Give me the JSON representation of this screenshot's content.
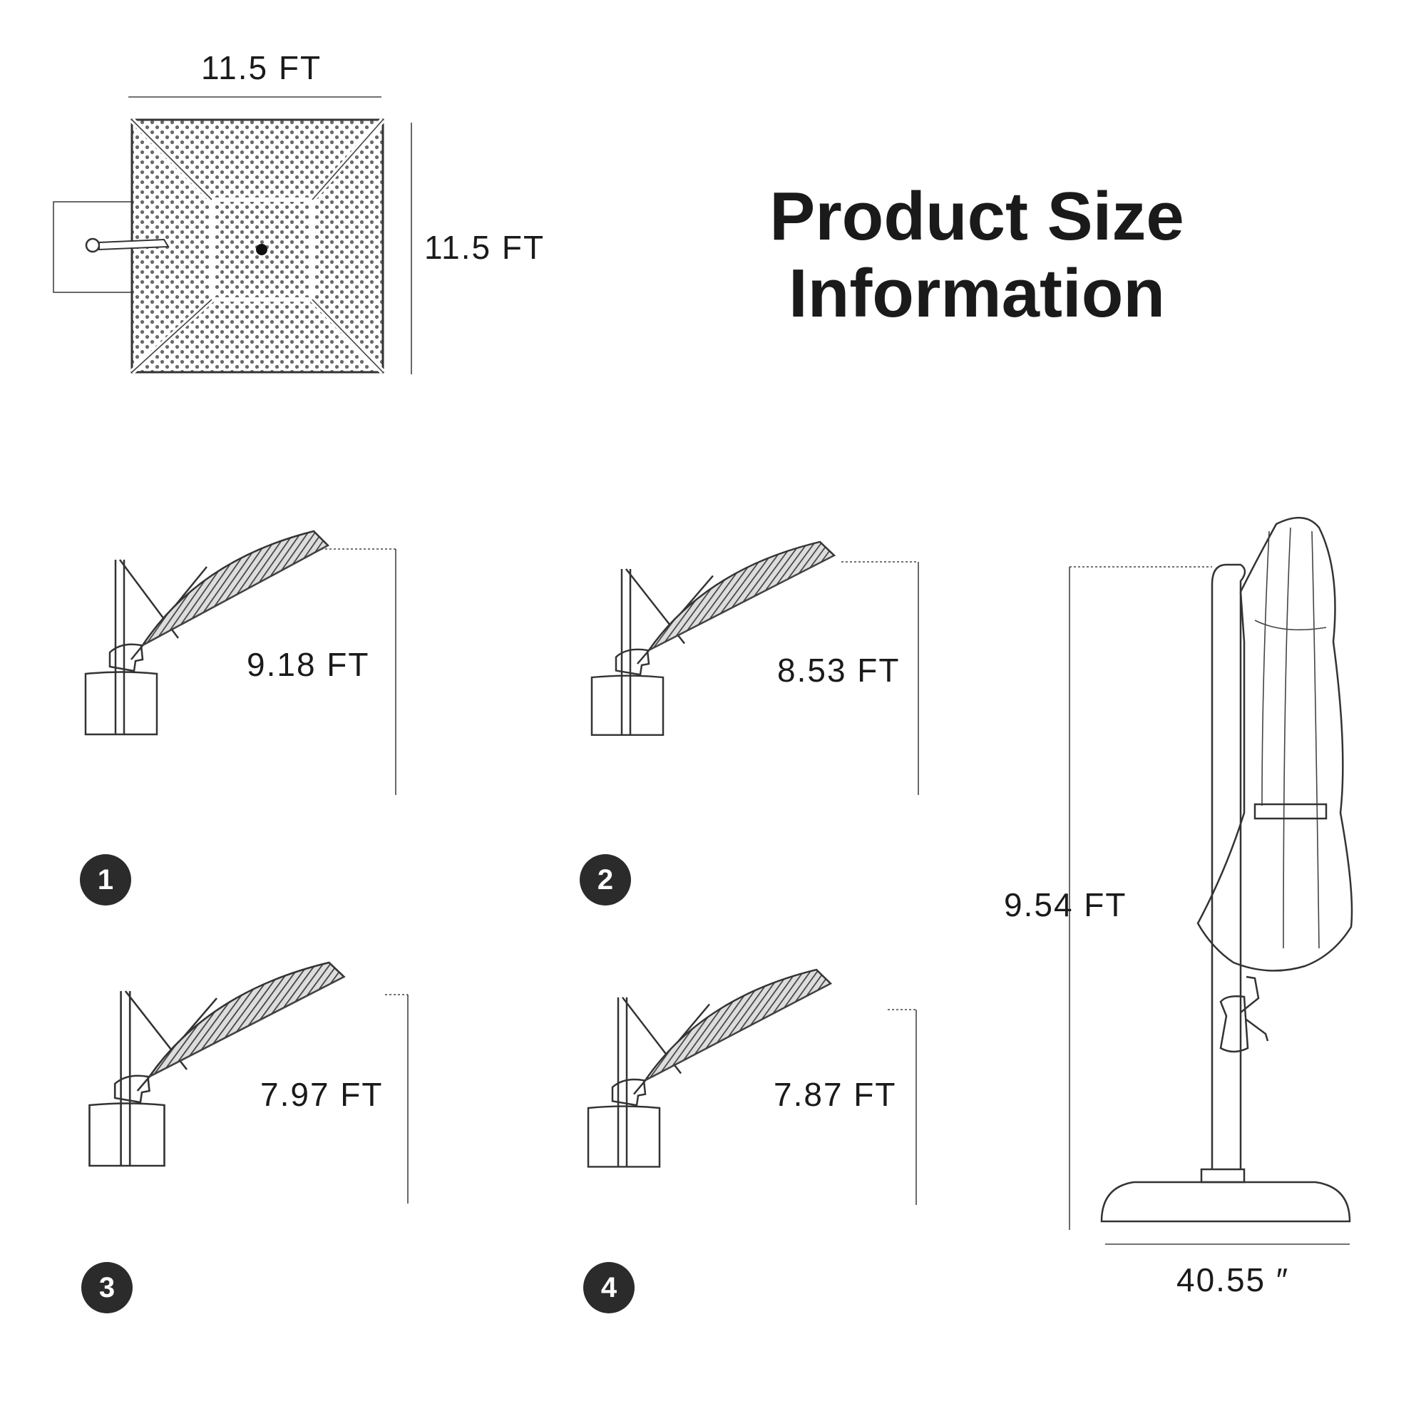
{
  "title": {
    "line1": "Product Size",
    "line2": "Information"
  },
  "top_view": {
    "width_label": "11.5 FT",
    "height_label": "11.5 FT"
  },
  "positions": [
    {
      "number": "1",
      "height_label": "9.18 FT"
    },
    {
      "number": "2",
      "height_label": "8.53 FT"
    },
    {
      "number": "3",
      "height_label": "7.97 FT"
    },
    {
      "number": "4",
      "height_label": "7.87 FT"
    }
  ],
  "closed_view": {
    "height_label": "9.54 FT",
    "base_label": "40.55 ″"
  },
  "colors": {
    "line": "#333333",
    "badge": "#2b2b2b",
    "canopy_pattern": "#555555"
  },
  "icons": [
    "umbrella-top-view-icon",
    "tilted-umbrella-icon",
    "closed-umbrella-icon"
  ]
}
